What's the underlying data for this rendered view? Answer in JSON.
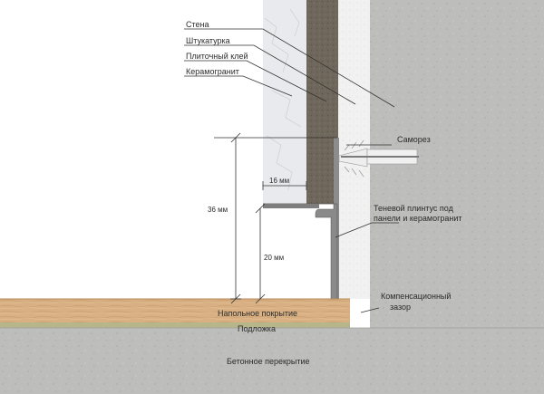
{
  "labels": {
    "wall": "Стена",
    "plaster": "Штукатурка",
    "tile_adhesive": "Плиточный клей",
    "porcelain": "Керамогранит",
    "screw": "Саморез",
    "profile_line1": "Теневой плинтус под",
    "profile_line2": "панели и керамогранит",
    "gap_line1": "Компенсационный",
    "gap_line2": "зазор",
    "floor_covering": "Напольное покрытие",
    "underlay": "Подложка",
    "slab": "Бетонное перекрытие"
  },
  "dimensions": {
    "width_16": "16 мм",
    "height_36": "36 мм",
    "height_20": "20 мм"
  },
  "colors": {
    "concrete": "#bcbcbb",
    "wall": "#e2e2e2",
    "adhesive": "#6f675c",
    "porcelain": "#e8e9ec",
    "wood": "#d9b184",
    "underlay": "#b7b58a",
    "profile": "#8a8a8a"
  }
}
